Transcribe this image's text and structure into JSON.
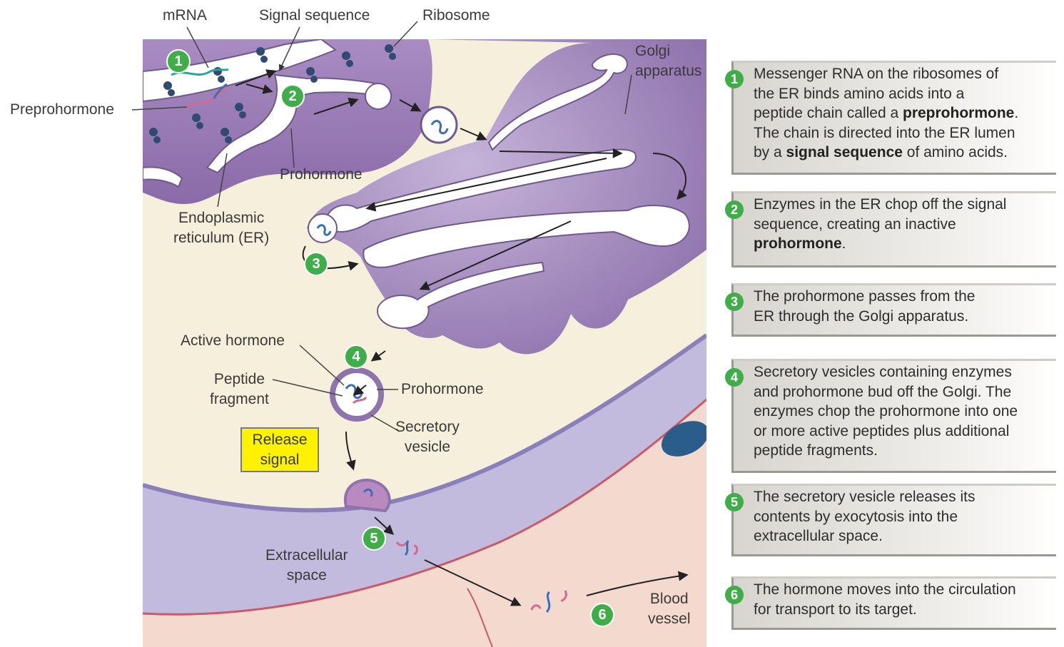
{
  "labels": {
    "mrna": "mRNA",
    "signal_sequence": "Signal sequence",
    "ribosome": "Ribosome",
    "golgi_line1": "Golgi",
    "golgi_line2": "apparatus",
    "preprohormone": "Preprohormone",
    "prohormone_er": "Prohormone",
    "er_line1": "Endoplasmic",
    "er_line2": "reticulum (ER)",
    "active_hormone": "Active hormone",
    "peptide_line1": "Peptide",
    "peptide_line2": "fragment",
    "prohormone_vesicle": "Prohormone",
    "secretory_line1": "Secretory",
    "secretory_line2": "vesicle",
    "release_line1": "Release",
    "release_line2": "signal",
    "extracellular_line1": "Extracellular",
    "extracellular_line2": "space",
    "blood_line1": "Blood",
    "blood_line2": "vessel"
  },
  "badges": {
    "b1": "1",
    "b2": "2",
    "b3": "3",
    "b4": "4",
    "b5": "5",
    "b6": "6"
  },
  "steps": [
    {
      "num": "1",
      "lines": [
        [
          {
            "t": "Messenger RNA on the ribosomes of"
          }
        ],
        [
          {
            "t": "the ER binds amino acids into a"
          }
        ],
        [
          {
            "t": "peptide chain called a "
          },
          {
            "t": "preprohormone",
            "b": true
          },
          {
            "t": "."
          }
        ],
        [
          {
            "t": "The chain is directed into the ER lumen"
          }
        ],
        [
          {
            "t": "by a "
          },
          {
            "t": "signal sequence",
            "b": true
          },
          {
            "t": " of amino acids."
          }
        ]
      ]
    },
    {
      "num": "2",
      "lines": [
        [
          {
            "t": "Enzymes in the ER chop off the signal"
          }
        ],
        [
          {
            "t": "sequence, creating an inactive"
          }
        ],
        [
          {
            "t": "prohormone",
            "b": true
          },
          {
            "t": "."
          }
        ]
      ]
    },
    {
      "num": "3",
      "lines": [
        [
          {
            "t": "The prohormone passes from the"
          }
        ],
        [
          {
            "t": "ER through the Golgi apparatus."
          }
        ]
      ]
    },
    {
      "num": "4",
      "lines": [
        [
          {
            "t": "Secretory vesicles containing enzymes"
          }
        ],
        [
          {
            "t": "and prohormone bud off the Golgi. The"
          }
        ],
        [
          {
            "t": "enzymes chop the prohormone into one"
          }
        ],
        [
          {
            "t": "or more active peptides plus additional"
          }
        ],
        [
          {
            "t": "peptide fragments."
          }
        ]
      ]
    },
    {
      "num": "5",
      "lines": [
        [
          {
            "t": "The secretory vesicle releases its"
          }
        ],
        [
          {
            "t": "contents by exocytosis into the"
          }
        ],
        [
          {
            "t": "extracellular space."
          }
        ]
      ]
    },
    {
      "num": "6",
      "lines": [
        [
          {
            "t": "The hormone moves into the circulation"
          }
        ],
        [
          {
            "t": "for transport to its target."
          }
        ]
      ]
    }
  ],
  "colors": {
    "cytoplasm": "#f6efdc",
    "er_purple": "#9a7db3",
    "membrane_lavender": "#b6acd6",
    "extracellular": "#c3bbde",
    "blood": "#f3d9ce",
    "badge_green": "#3fae49",
    "release_yellow": "#fff200"
  }
}
